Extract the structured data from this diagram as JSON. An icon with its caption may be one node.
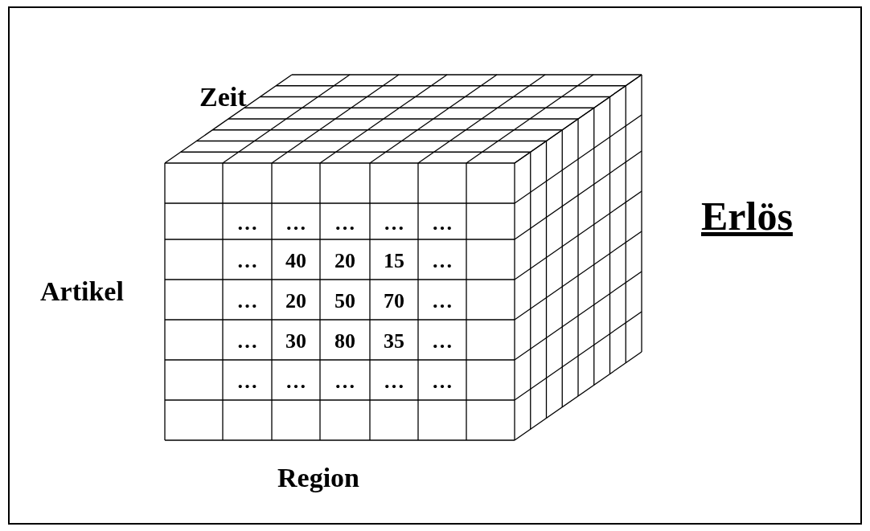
{
  "diagram": {
    "labels": [
      "Zeit",
      "Erlös",
      "Artikel",
      "Region",
      "…",
      "…",
      "…",
      "…",
      "…",
      "…",
      "40",
      "20",
      "15",
      "…",
      "…",
      "20",
      "50",
      "70",
      "…",
      "…",
      "30",
      "80",
      "35",
      "…",
      "…",
      "…",
      "…",
      "…",
      "…"
    ]
  }
}
